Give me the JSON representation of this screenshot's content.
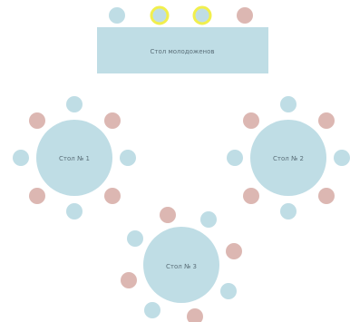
{
  "colors": {
    "table": "#bfdde5",
    "seat_blue": "#bfdde5",
    "seat_pink": "#dcb7b2",
    "seat_highlight_ring": "#f1ef4d",
    "background": "#ffffff"
  },
  "head_table": {
    "label": "Стол молодоженов",
    "seats": [
      "blue",
      "highlight",
      "highlight",
      "pink"
    ]
  },
  "tables": [
    {
      "label": "Стол № 1",
      "seats": [
        "blue",
        "pink",
        "pink",
        "blue",
        "pink",
        "pink",
        "blue",
        "blue"
      ]
    },
    {
      "label": "Стол № 2",
      "seats": [
        "blue",
        "pink",
        "pink",
        "blue",
        "pink",
        "pink",
        "blue",
        "blue"
      ]
    },
    {
      "label": "Стол № 3",
      "seats": [
        "pink",
        "blue",
        "blue",
        "pink",
        "blue",
        "pink",
        "blue",
        "pink"
      ]
    }
  ]
}
